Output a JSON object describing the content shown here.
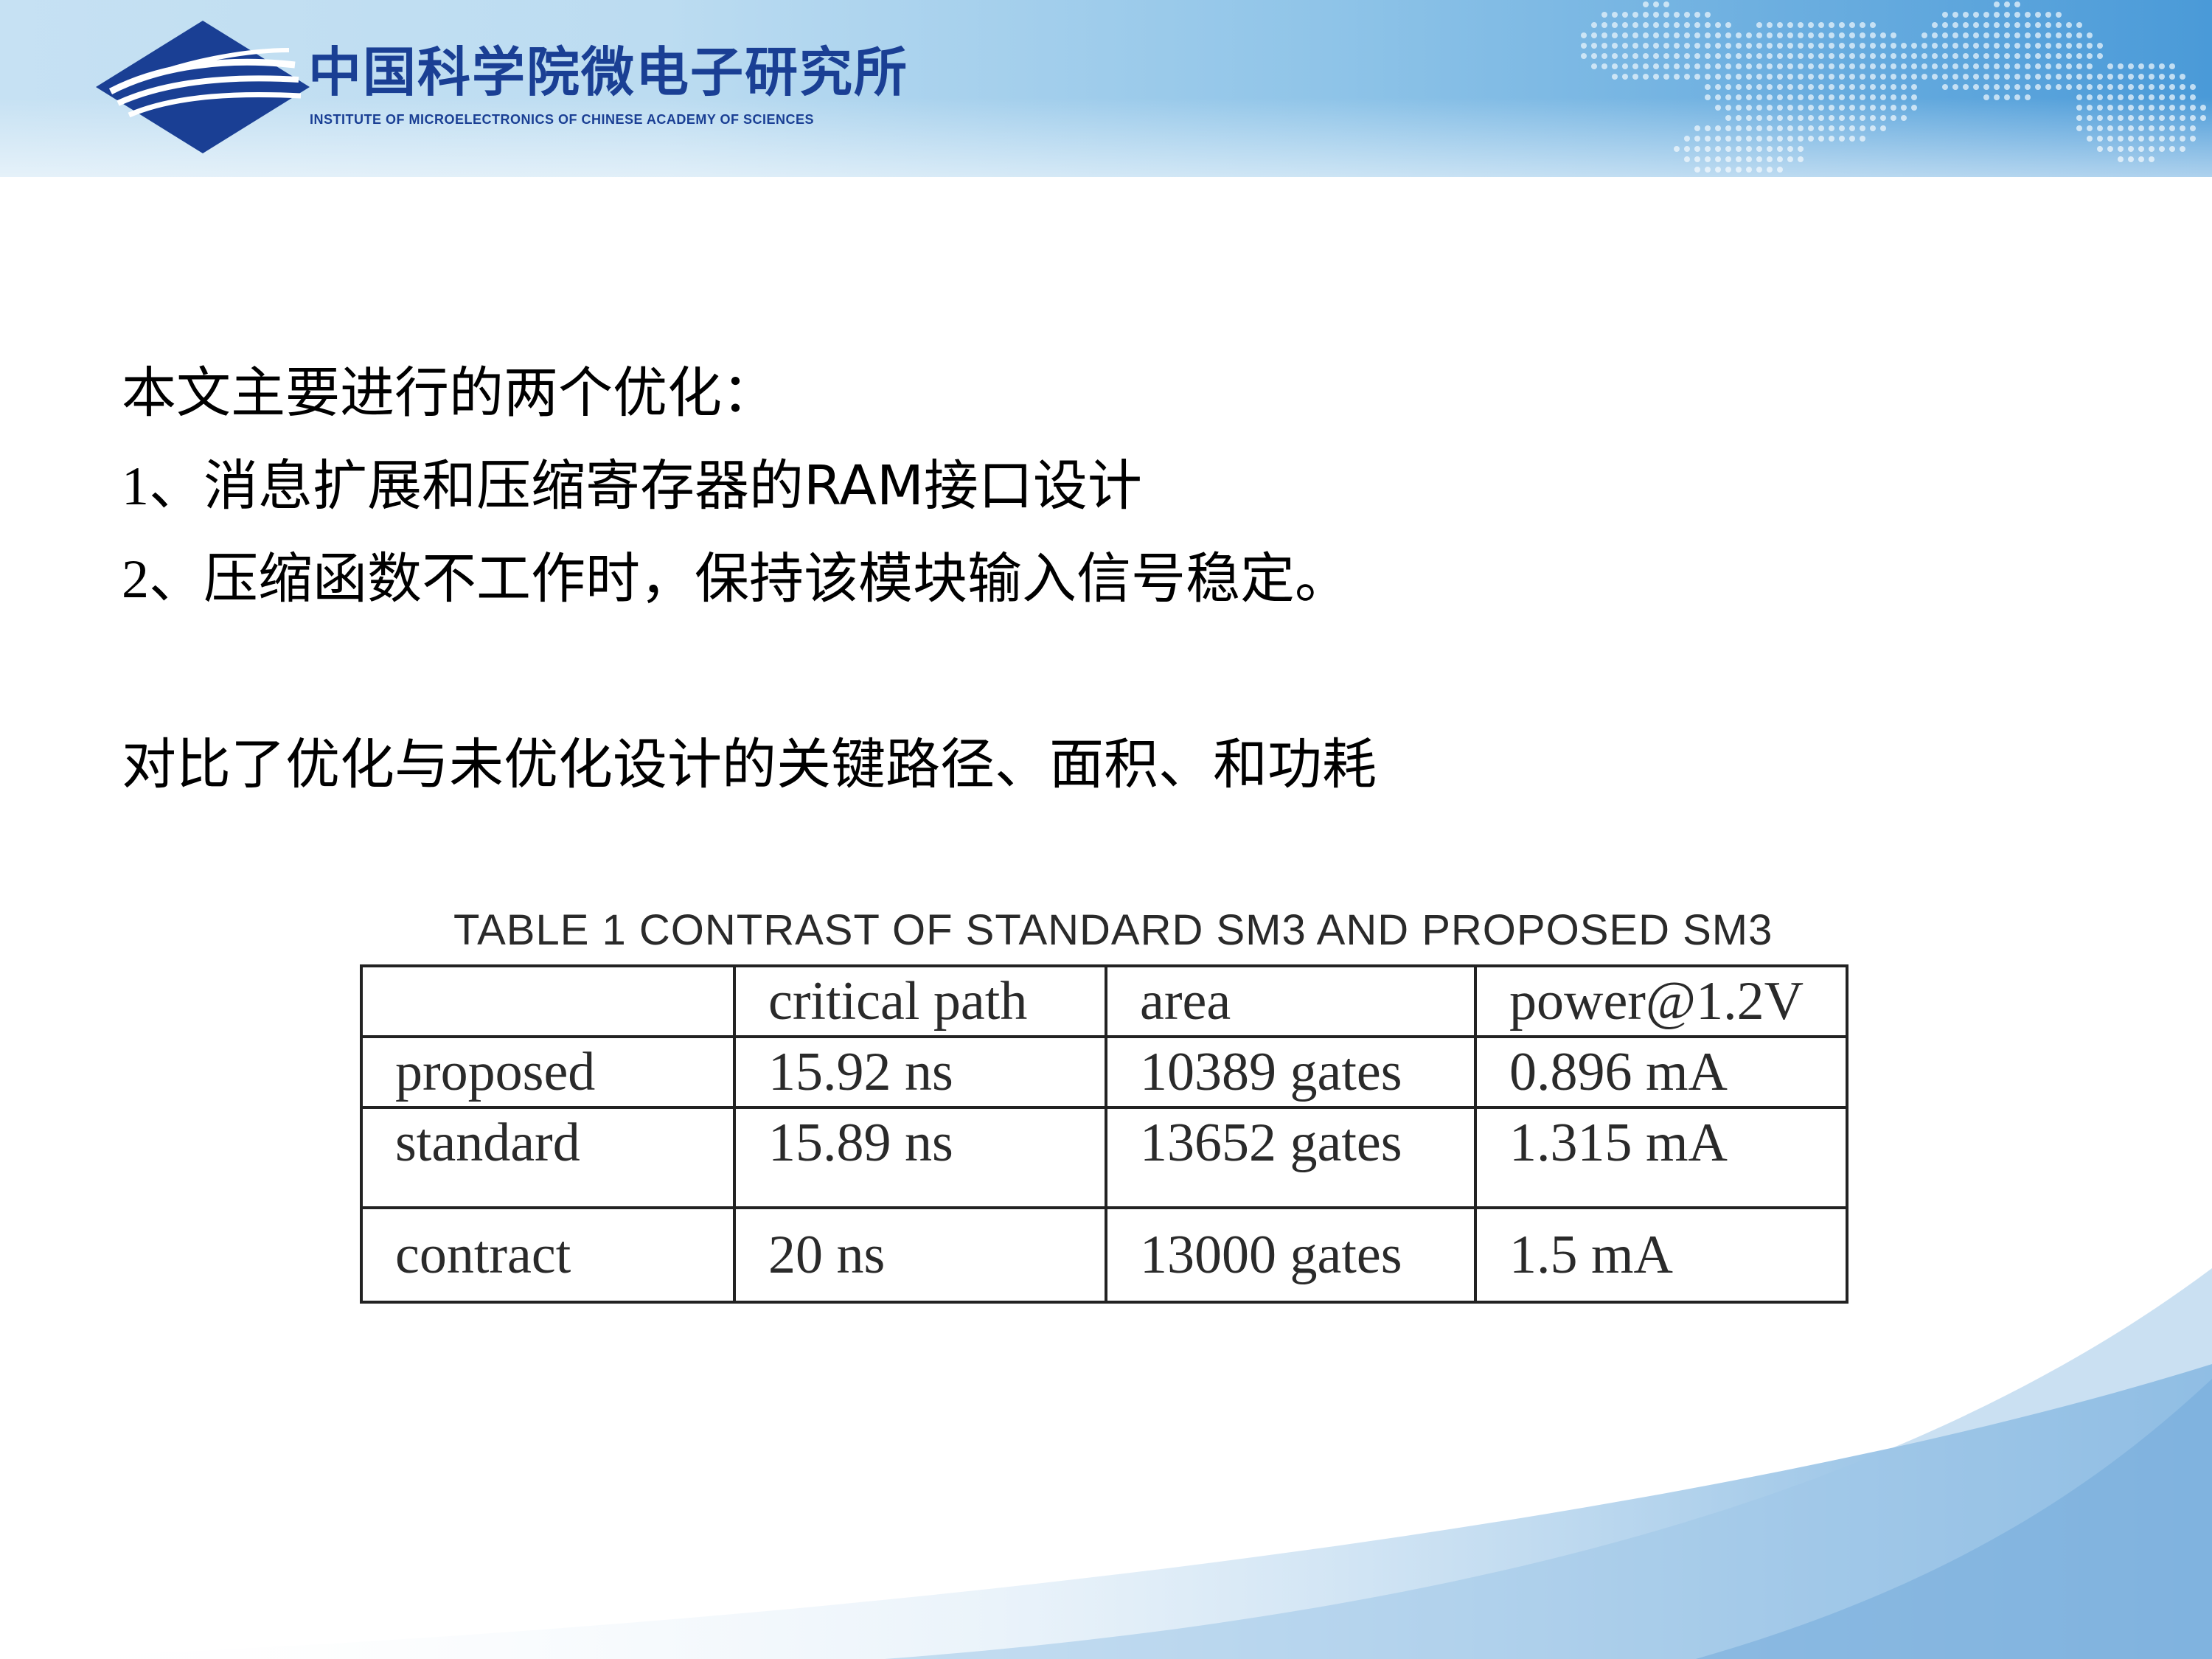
{
  "header": {
    "org_name_cn": "中国科学院微电子研究所",
    "org_name_en": "INSTITUTE OF MICROELECTRONICS OF CHINESE ACADEMY OF SCIENCES",
    "brand_color": "#1a3f94"
  },
  "body": {
    "heading": "本文主要进行的两个优化：",
    "items": [
      {
        "number": "1",
        "text": "、消息扩展和压缩寄存器的RAM接口设计"
      },
      {
        "number": "2",
        "text": "、压缩函数不工作时，保持该模块输入信号稳定。"
      }
    ],
    "comparison": "对比了优化与未优化设计的关键路径、面积、和功耗"
  },
  "table": {
    "caption": "TABLE 1 CONTRAST OF STANDARD SM3 AND PROPOSED SM3",
    "headers": [
      "",
      "critical path",
      "area",
      "power@1.2V"
    ],
    "rows": [
      [
        "proposed",
        "15.92 ns",
        "10389 gates",
        "0.896 mA"
      ],
      [
        "standard",
        "15.89 ns",
        "13652 gates",
        "1.315 mA"
      ],
      [
        "contract",
        "20 ns",
        "13000 gates",
        "1.5 mA"
      ]
    ]
  }
}
